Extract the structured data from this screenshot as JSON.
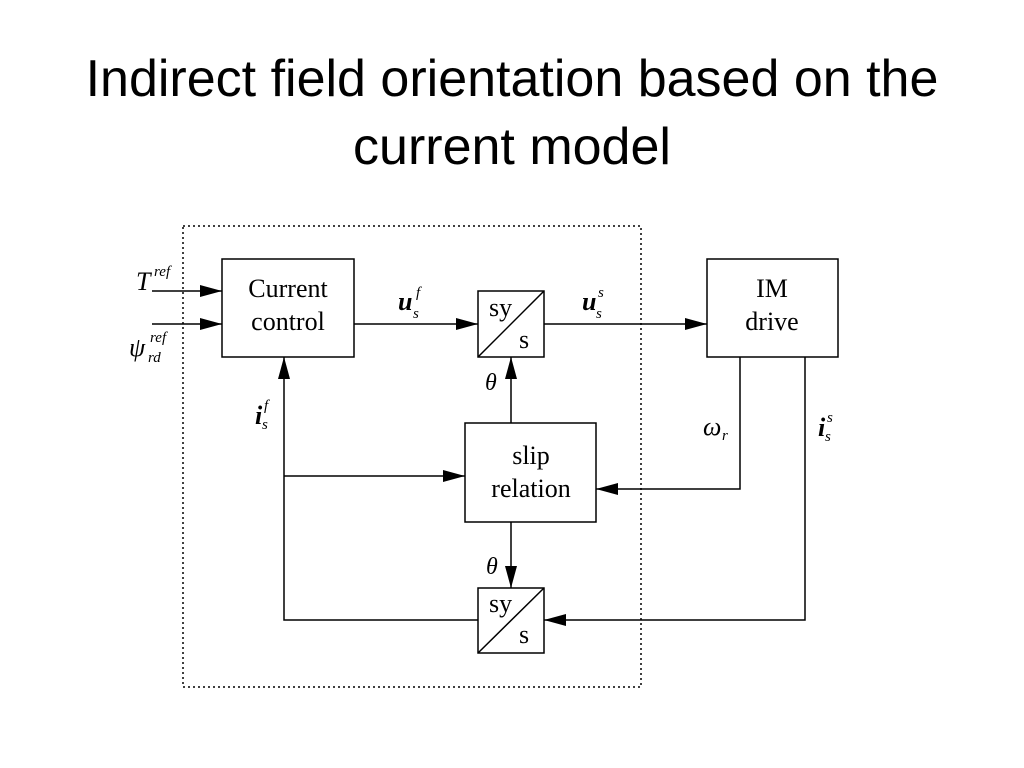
{
  "title": {
    "line1": "Indirect field orientation based on the",
    "line2": "current model"
  },
  "blocks": {
    "current_control": {
      "line1": "Current",
      "line2": "control"
    },
    "transform_upper": {
      "top": "sy",
      "bottom": "s"
    },
    "im_drive": {
      "line1": "IM",
      "line2": "drive"
    },
    "slip_relation": {
      "line1": "slip",
      "line2": "relation"
    },
    "transform_lower": {
      "top": "sy",
      "bottom": "s"
    }
  },
  "signals": {
    "torque_reference": {
      "base": "T",
      "sup": "ref"
    },
    "flux_reference": {
      "base": "ψ",
      "sup": "ref",
      "sub": "rd"
    },
    "voltage_field_frame": {
      "base": "u",
      "sup": "f",
      "sub": "s"
    },
    "voltage_stator_frame": {
      "base": "u",
      "sup": "s",
      "sub": "s"
    },
    "angle_upper": {
      "base": "θ"
    },
    "rotor_speed": {
      "base": "ω",
      "sub": "r"
    },
    "current_stator_frame": {
      "base": "i",
      "sup": "s",
      "sub": "s"
    },
    "current_field_frame": {
      "base": "i",
      "sup": "f",
      "sub": "s"
    },
    "angle_lower": {
      "base": "θ"
    }
  }
}
